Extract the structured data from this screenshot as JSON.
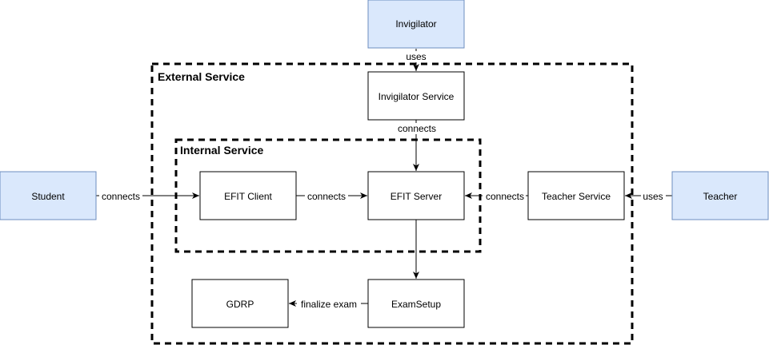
{
  "actors": {
    "invigilator": "Invigilator",
    "student": "Student",
    "teacher": "Teacher"
  },
  "groups": {
    "external": "External Service",
    "internal": "Internal Service"
  },
  "components": {
    "invigilator_service": "Invigilator Service",
    "efit_client": "EFIT Client",
    "efit_server": "EFIT Server",
    "teacher_service": "Teacher Service",
    "gdrp": "GDRP",
    "exam_setup": "ExamSetup"
  },
  "edges": {
    "invigilator_uses": "uses",
    "invigilator_service_connects": "connects",
    "student_connects": "connects",
    "client_connects": "connects",
    "teacher_service_connects": "connects",
    "teacher_uses": "uses",
    "finalize_exam": "finalize exam"
  },
  "colors": {
    "actor_fill": "#dae8fc",
    "actor_stroke": "#6c8ebf",
    "component_fill": "#ffffff",
    "stroke": "#000000"
  }
}
